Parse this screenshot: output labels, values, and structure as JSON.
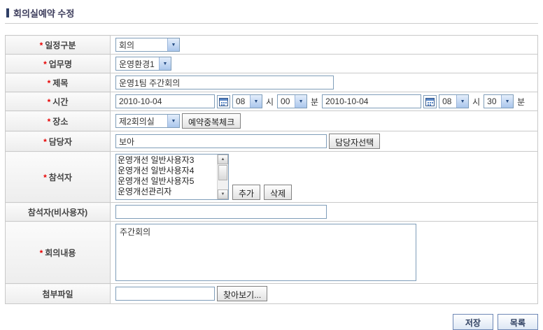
{
  "page": {
    "title": "회의실예약 수정"
  },
  "form": {
    "required_mark": "*",
    "rows": {
      "schedule_type": {
        "label": "일정구분",
        "value": "회의"
      },
      "work_name": {
        "label": "업무명",
        "value": "운영환경1"
      },
      "title": {
        "label": "제목",
        "value": "운영1팀 주간회의"
      },
      "time": {
        "label": "시간",
        "start_date": "2010-10-04",
        "start_hour": "08",
        "start_minute": "00",
        "end_date": "2010-10-04",
        "end_hour": "08",
        "end_minute": "30",
        "hour_suffix": "시",
        "minute_suffix": "분"
      },
      "place": {
        "label": "장소",
        "value": "제2회의실",
        "check_button": "예약중복체크"
      },
      "manager": {
        "label": "담당자",
        "value": "보아",
        "select_button": "담당자선택"
      },
      "attendees": {
        "label": "참석자",
        "options": [
          "운영개선 일반사용자3",
          "운영개선 일반사용자4",
          "운영개선 일반사용자5",
          "운영개선관리자"
        ],
        "add_button": "추가",
        "delete_button": "삭제"
      },
      "attendees_nonuser": {
        "label": "참석자(비사용자)",
        "value": ""
      },
      "content": {
        "label": "회의내용",
        "value": "주간회의"
      },
      "attachment": {
        "label": "첨부파일",
        "value": "",
        "browse_button": "찾아보기..."
      }
    }
  },
  "actions": {
    "save": "저장",
    "list": "목록"
  }
}
